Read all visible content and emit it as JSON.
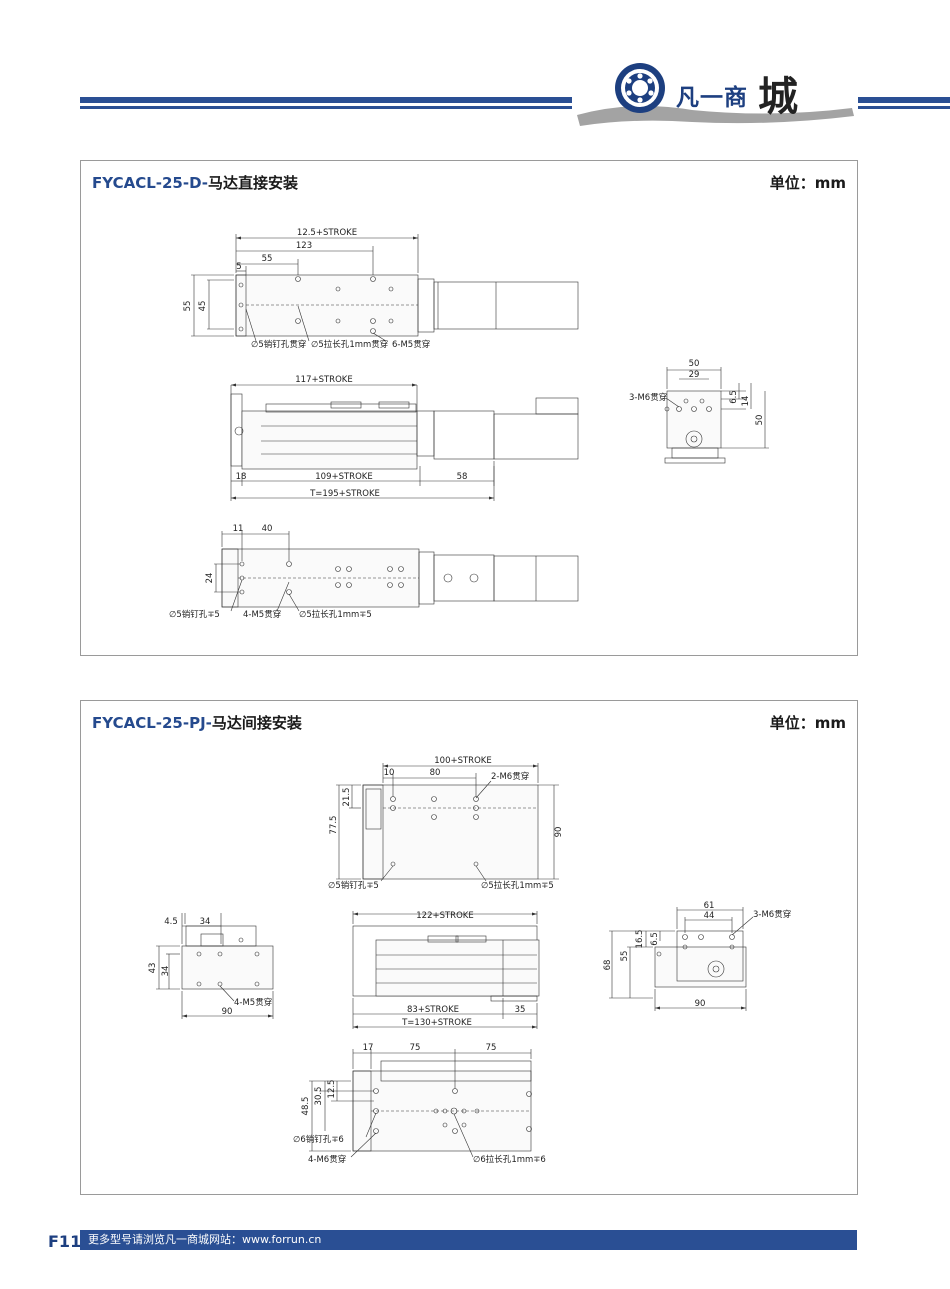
{
  "header": {
    "logo_text": "凡一商",
    "logo_big": "城",
    "brand_color": "#2a4f94"
  },
  "panel1": {
    "code": "FYCACL-25-D-",
    "title": "马达直接安装",
    "unit": "单位：mm",
    "dims": {
      "top": {
        "d1": "12.5+STROKE",
        "d2": "123",
        "d3": "55",
        "d4": "5",
        "h1": "55",
        "h2": "45",
        "n1": "∅5销钉孔贯穿",
        "n2": "∅5拉长孔1mm贯穿",
        "n3": "6-M5贯穿"
      },
      "side": {
        "d1": "117+STROKE",
        "d2": "18",
        "d3": "109+STROKE",
        "d4": "58",
        "d5": "T=195+STROKE"
      },
      "end": {
        "d1": "50",
        "d2": "29",
        "v1": "6.5",
        "v2": "14",
        "v3": "50",
        "n1": "3-M6贯穿"
      },
      "bottom": {
        "d1": "11",
        "d2": "40",
        "h1": "24",
        "n1": "∅5销钉孔∓5",
        "n2": "4-M5贯穿",
        "n3": "∅5拉长孔1mm∓5"
      }
    }
  },
  "panel2": {
    "code": "FYCACL-25-PJ-",
    "title": "马达间接安装",
    "unit": "单位：mm",
    "dims": {
      "top": {
        "d1": "100+STROKE",
        "d2": "10",
        "d3": "80",
        "h1": "21.5",
        "h2": "77.5",
        "h3": "90",
        "n1": "2-M6贯穿",
        "n2": "∅5销钉孔∓5",
        "n3": "∅5拉长孔1mm∓5"
      },
      "left": {
        "d1": "4.5",
        "d2": "34",
        "h1": "43",
        "h2": "34",
        "d3": "90",
        "n1": "4-M5贯穿"
      },
      "side": {
        "d1": "122+STROKE",
        "d2": "83+STROKE",
        "d3": "35",
        "d4": "T=130+STROKE"
      },
      "right": {
        "d1": "61",
        "d2": "44",
        "h1": "16.5",
        "h2": "6.5",
        "h3": "55",
        "h4": "68",
        "d3": "90",
        "n1": "3-M6贯穿"
      },
      "bottom": {
        "d1": "17",
        "d2": "75",
        "d3": "75",
        "h1": "48.5",
        "h2": "30.5",
        "h3": "12.5",
        "n1": "∅6销钉孔∓6",
        "n2": "4-M6贯穿",
        "n3": "∅6拉长孔1mm∓6"
      }
    }
  },
  "footer": {
    "page_number": "F11",
    "text": "更多型号请浏览凡一商城网站：www.forrun.cn"
  }
}
